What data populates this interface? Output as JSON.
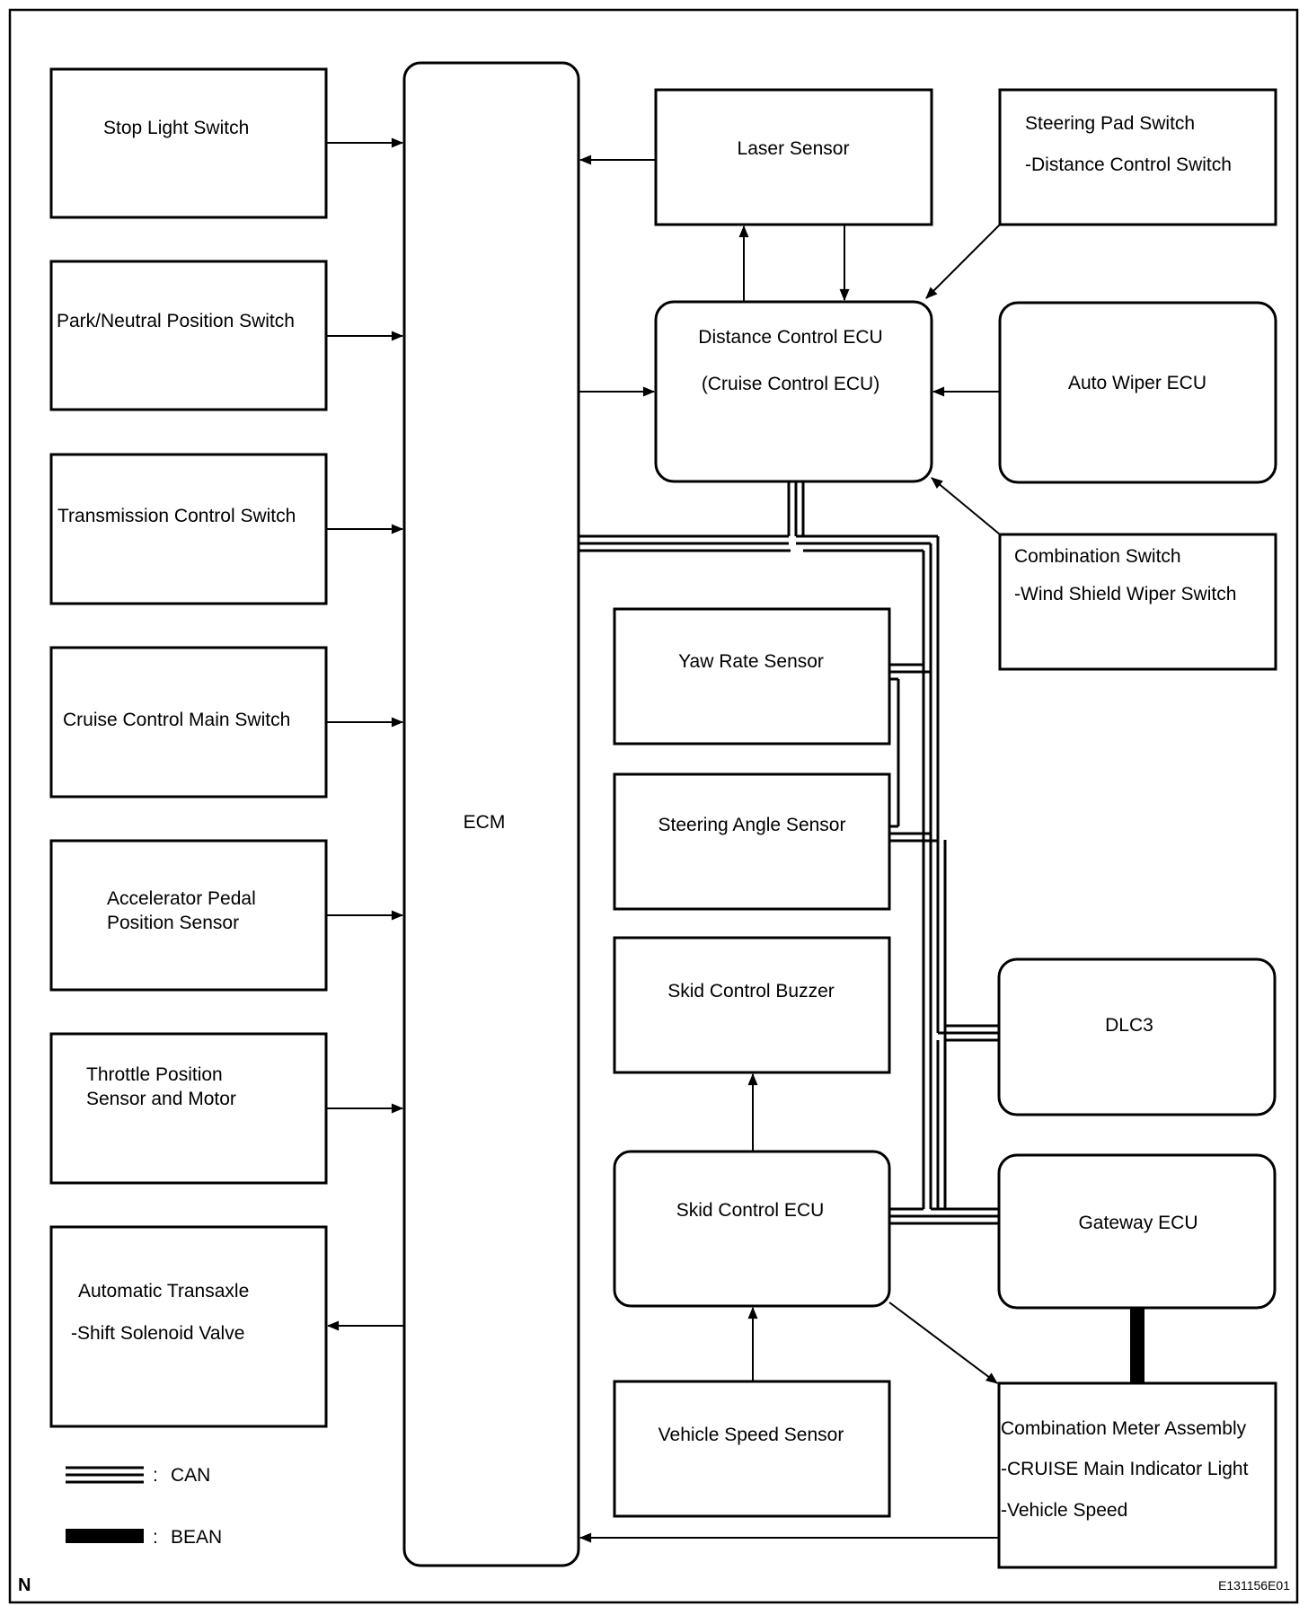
{
  "blocks": {
    "stop_light": [
      "Stop Light Switch"
    ],
    "park_neutral": [
      "Park/Neutral Position Switch"
    ],
    "transmission": [
      "Transmission Control Switch"
    ],
    "cruise_main": [
      "Cruise Control Main Switch"
    ],
    "accel_pedal": [
      "Accelerator Pedal",
      "Position Sensor"
    ],
    "throttle": [
      "Throttle Position",
      "Sensor and Motor"
    ],
    "auto_transaxle": [
      "Automatic Transaxle",
      "-Shift Solenoid Valve"
    ],
    "ecm": [
      "ECM"
    ],
    "laser": [
      "Laser Sensor"
    ],
    "steering_pad": [
      "Steering Pad Switch",
      "-Distance Control Switch"
    ],
    "distance_ecu": [
      "Distance Control ECU",
      "(Cruise Control ECU)"
    ],
    "auto_wiper": [
      "Auto Wiper ECU"
    ],
    "combination_switch": [
      "Combination Switch",
      "-Wind Shield Wiper Switch"
    ],
    "yaw_rate": [
      "Yaw Rate Sensor"
    ],
    "steering_angle": [
      "Steering Angle Sensor"
    ],
    "skid_buzzer": [
      "Skid Control Buzzer"
    ],
    "dlc3": [
      "DLC3"
    ],
    "skid_ecu": [
      "Skid Control ECU"
    ],
    "gateway": [
      "Gateway ECU"
    ],
    "vehicle_speed": [
      "Vehicle Speed Sensor"
    ],
    "combination_meter": [
      "Combination Meter Assembly",
      "-CRUISE Main Indicator Light",
      "-Vehicle Speed"
    ]
  },
  "legend": {
    "separator": ":",
    "can_label": "CAN",
    "bean_label": "BEAN"
  },
  "corner_mark": "N",
  "figure_code": "E131156E01"
}
